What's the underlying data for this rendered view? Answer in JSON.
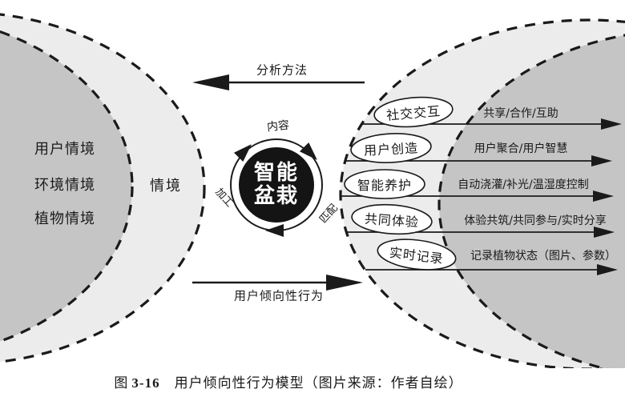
{
  "colors": {
    "background": "#ffffff",
    "context_dark": "#c5c5c5",
    "context_light": "#ececec",
    "ink": "#1a1a1a",
    "core_bg": "#141414",
    "core_text": "#ffffff"
  },
  "left_context": {
    "items": [
      "用户情境",
      "环境情境",
      "植物情境"
    ],
    "ring_label": "情境"
  },
  "arrows": {
    "top_label": "分析方法",
    "bottom_label": "用户倾向性行为"
  },
  "core": {
    "title_line1": "智能",
    "title_line2": "盆栽",
    "cycle_top": "内容",
    "cycle_left": "加工",
    "cycle_right": "匹配"
  },
  "behaviors": [
    {
      "tag": "社交交互",
      "detail": "共享/合作/互助"
    },
    {
      "tag": "用户创造",
      "detail": "用户聚合/用户智慧"
    },
    {
      "tag": "智能养护",
      "detail": "自动浇灌/补光/温湿度控制"
    },
    {
      "tag": "共同体验",
      "detail": "体验共筑/共同参与/实时分享"
    },
    {
      "tag": "实时记录",
      "detail": "记录植物状态（图片、参数）"
    }
  ],
  "caption": {
    "figure_label": "图",
    "figure_number": "3-16",
    "title": "用户倾向性行为模型（图片来源：作者自绘）"
  }
}
